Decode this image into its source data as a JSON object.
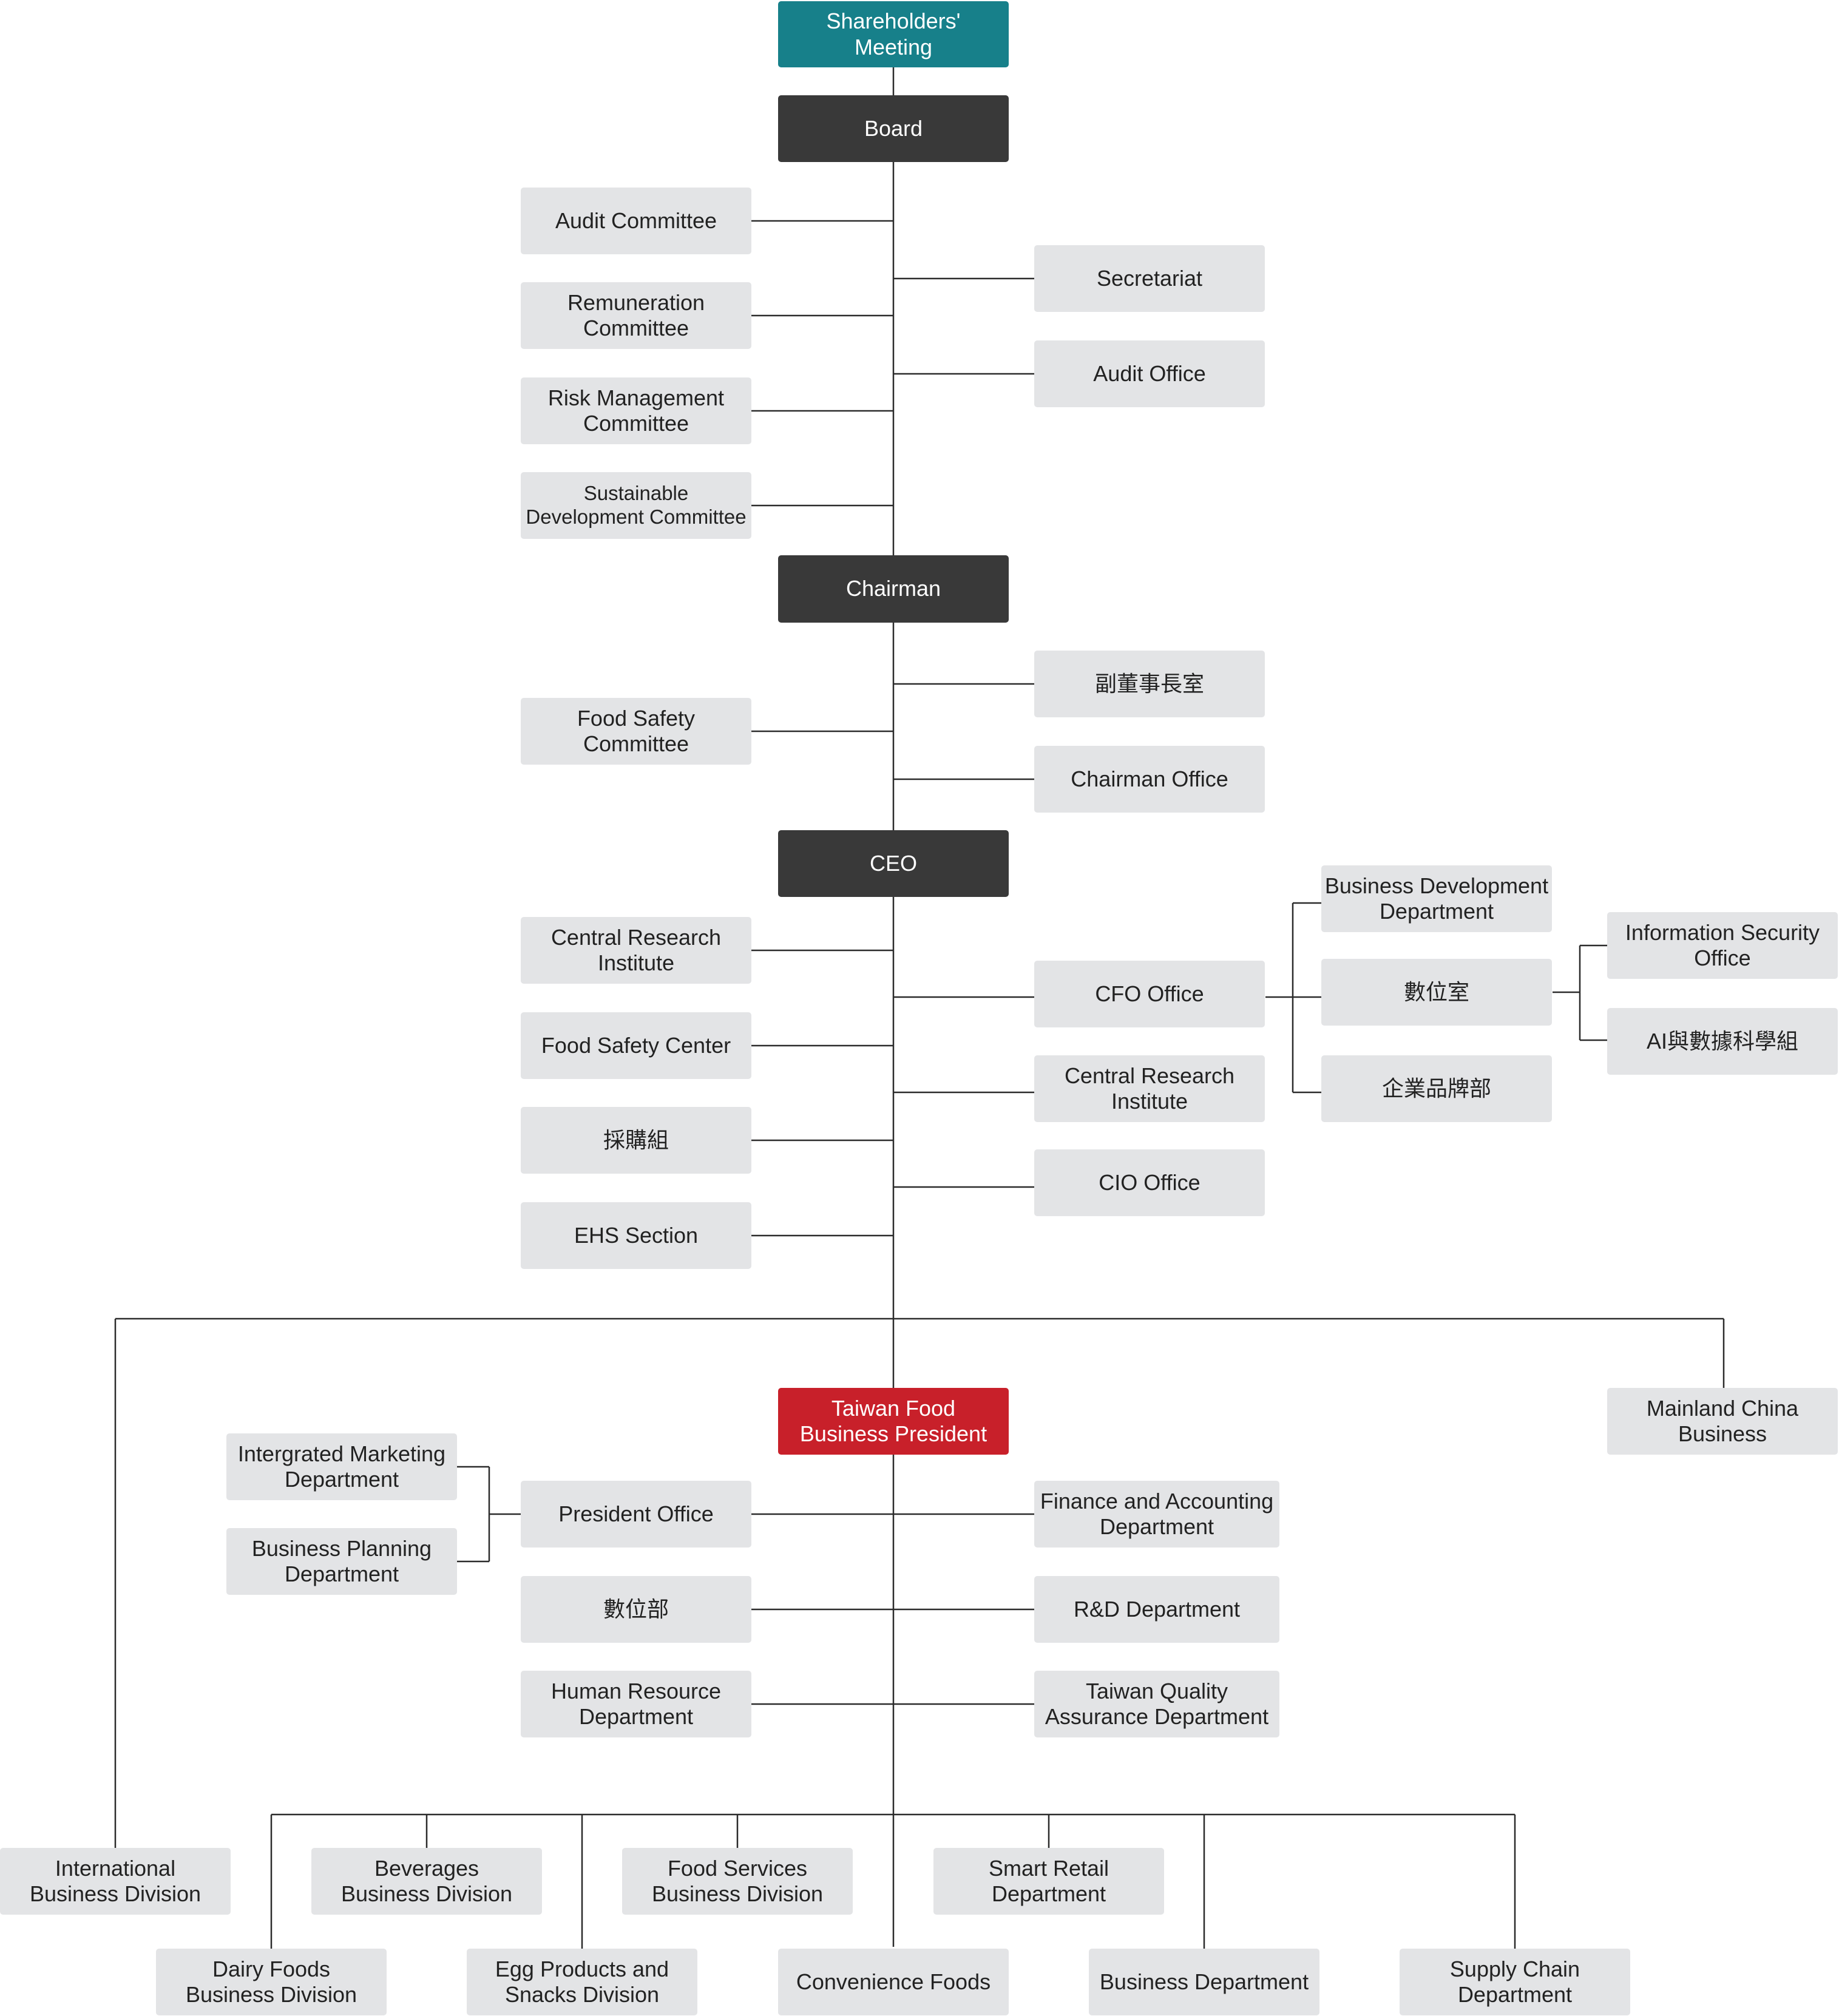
{
  "colors": {
    "shareholders": "#17808a",
    "executive": "#393939",
    "president": "#c8202a",
    "unit": "#e3e4e6",
    "connector": "#2b2b2b"
  },
  "nodes": {
    "shareholders": "Shareholders'\nMeeting",
    "board": "Board",
    "audit_committee": "Audit Committee",
    "remuneration_committee": "Remuneration\nCommittee",
    "risk_committee": "Risk Management\nCommittee",
    "sustainable_committee": "Sustainable\nDevelopment Committee",
    "secretariat": "Secretariat",
    "audit_office": "Audit Office",
    "chairman": "Chairman",
    "vice_chairman_office": "副董事長室",
    "food_safety_committee": "Food Safety\nCommittee",
    "chairman_office": "Chairman Office",
    "ceo": "CEO",
    "central_research_left": "Central Research\nInstitute",
    "food_safety_center": "Food Safety Center",
    "procurement": "採購組",
    "ehs": "EHS Section",
    "cfo_office": "CFO Office",
    "central_research_right": "Central Research\nInstitute",
    "cio_office": "CIO Office",
    "business_development": "Business Development\nDepartment",
    "digital_office": "數位室",
    "corporate_brand": "企業品牌部",
    "info_security": "Information Security\nOffice",
    "ai_data_science": "AI與數據科學組",
    "taiwan_food_president": "Taiwan Food\nBusiness President",
    "mainland_china": "Mainland China\nBusiness",
    "integrated_marketing": "Intergrated Marketing\nDepartment",
    "business_planning": "Business Planning\nDepartment",
    "president_office": "President Office",
    "digital_department": "數位部",
    "human_resource": "Human Resource\nDepartment",
    "finance_accounting": "Finance and Accounting\nDepartment",
    "rd_department": "R&D Department",
    "taiwan_quality": "Taiwan Quality\nAssurance Department",
    "international": "International\nBusiness Division",
    "beverages": "Beverages\nBusiness Division",
    "food_services": "Food Services\nBusiness Division",
    "smart_retail": "Smart Retail\nDepartment",
    "dairy_foods": "Dairy Foods\nBusiness Division",
    "egg_products": "Egg Products and\nSnacks Division",
    "convenience_foods": "Convenience Foods",
    "business_department": "Business Department",
    "supply_chain": "Supply Chain\nDepartment"
  }
}
